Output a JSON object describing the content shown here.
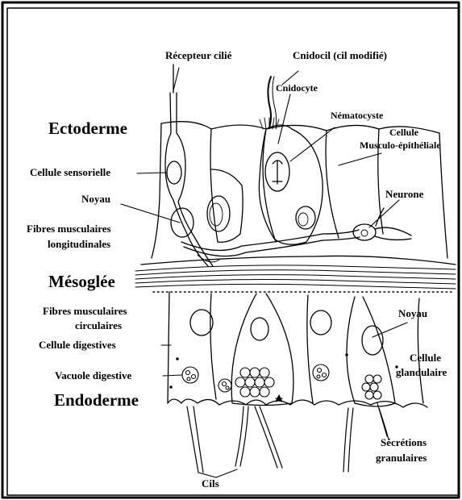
{
  "labels": {
    "recepteur_cilie": "Récepteur cilié",
    "cnidocil": "Cnidocil (cil modifié)",
    "cnidocyte": "Cnidocyte",
    "nematocyste": "Nématocyste",
    "cellule_me_line1": "Cellule",
    "cellule_me_line2": "Musculo-épithéliale",
    "ectoderme": "Ectoderme",
    "cellule_sensorielle": "Cellule sensorielle",
    "noyau_top": "Noyau",
    "neurone": "Neurone",
    "fibres_long_line1": "Fibres musculaires",
    "fibres_long_line2": "longitudinales",
    "mesoglee": "Mésoglée",
    "fibres_circ_line1": "Fibres musculaires",
    "fibres_circ_line2": "circulaires",
    "noyau_bottom": "Noyau",
    "cellule_digestives": "Cellule digestives",
    "cellule_gland_line1": "Cellule",
    "cellule_gland_line2": "glandulaire",
    "vacuole_digestive": "Vacuole digestive",
    "endoderme": "Endoderme",
    "secretions_line1": "Sécrétions",
    "secretions_line2": "granulaires",
    "cils": "Cils"
  },
  "colors": {
    "ink": "#000000",
    "background": "#ffffff"
  }
}
